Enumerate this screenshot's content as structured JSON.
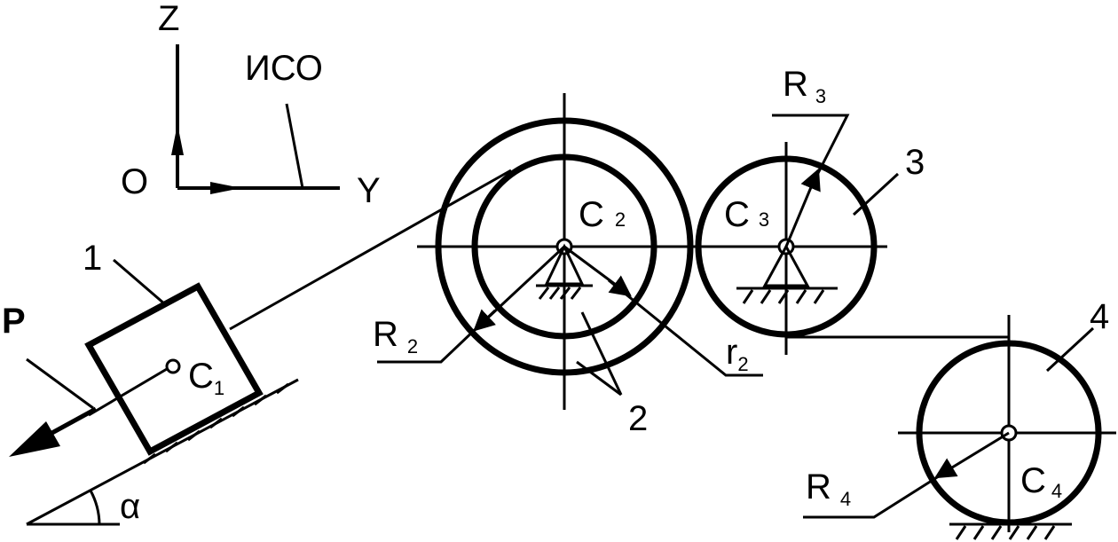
{
  "axes": {
    "z": "Z",
    "y": "Y",
    "origin": "O",
    "frame": "ИСО"
  },
  "force": "P",
  "angle": "α",
  "bodies": {
    "b1": {
      "number": "1",
      "center": "C",
      "center_sub": "1"
    },
    "b2": {
      "number": "2",
      "center": "C",
      "center_sub": "2",
      "outer_r": "R",
      "outer_r_sub": "2",
      "inner_r": "r",
      "inner_r_sub": "2"
    },
    "b3": {
      "number": "3",
      "center": "C",
      "center_sub": "3",
      "r": "R",
      "r_sub": "3"
    },
    "b4": {
      "number": "4",
      "center": "C",
      "center_sub": "4",
      "r": "R",
      "r_sub": "4"
    }
  }
}
